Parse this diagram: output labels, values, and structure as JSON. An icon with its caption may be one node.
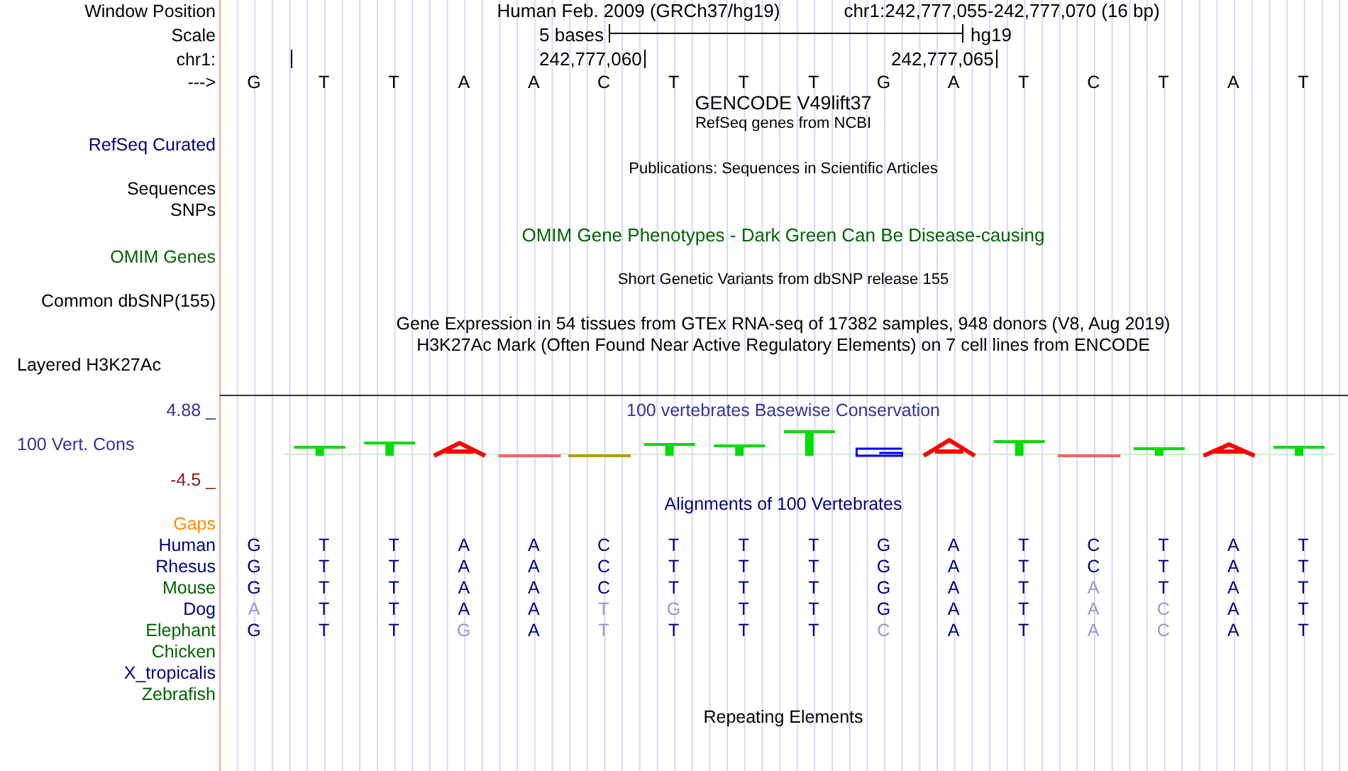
{
  "diagram": {
    "labels": [
      "Window Position",
      "Human Feb. 2009 (GRCh37/hg19)",
      "chr1:242,777,055-242,777,070 (16 bp)",
      "Scale",
      "5 bases",
      "hg19",
      "chr1:",
      "242,777,060",
      "242,777,065",
      "--->",
      "G",
      "T",
      "T",
      "A",
      "A",
      "C",
      "T",
      "T",
      "T",
      "G",
      "A",
      "T",
      "C",
      "T",
      "A",
      "T",
      "GENCODE V49lift37",
      "RefSeq genes from NCBI",
      "RefSeq Curated",
      "Sequences",
      "Publications: Sequences in Scientific Articles",
      "SNPs",
      "OMIM Gene Phenotypes - Dark Green Can Be Disease-causing",
      "OMIM Genes",
      "Short Genetic Variants from dbSNP release 155",
      "Common dbSNP(155)",
      "Gene Expression in 54 tissues from GTEx RNA-seq of 17382 samples, 948 donors (V8, Aug 2019)",
      "H3K27Ac Mark (Often Found Near Active Regulatory Elements) on 7 cell lines from ENCODE",
      "Layered H3K27Ac",
      "4.88 _",
      "100 vertebrates Basewise Conservation",
      "100 Vert. Cons",
      "-4.5 _",
      "Alignments of 100 Vertebrates",
      "Gaps",
      "Human",
      "G",
      "T",
      "T",
      "A",
      "A",
      "C",
      "T",
      "T",
      "T",
      "G",
      "A",
      "T",
      "C",
      "T",
      "A",
      "T",
      "Rhesus",
      "G",
      "T",
      "T",
      "A",
      "A",
      "C",
      "T",
      "T",
      "T",
      "G",
      "A",
      "T",
      "C",
      "T",
      "A",
      "T",
      "Mouse",
      "G",
      "T",
      "T",
      "A",
      "A",
      "C",
      "T",
      "T",
      "T",
      "G",
      "A",
      "T",
      "A",
      "T",
      "A",
      "T",
      "Dog",
      "A",
      "T",
      "T",
      "A",
      "A",
      "T",
      "G",
      "T",
      "T",
      "G",
      "A",
      "T",
      "A",
      "C",
      "A",
      "T",
      "Elephant",
      "G",
      "T",
      "T",
      "G",
      "A",
      "T",
      "T",
      "T",
      "T",
      "C",
      "A",
      "T",
      "A",
      "C",
      "A",
      "T",
      "Chicken",
      "X_tropicalis",
      "Zebrafish",
      "Repeating Elements"
    ]
  }
}
